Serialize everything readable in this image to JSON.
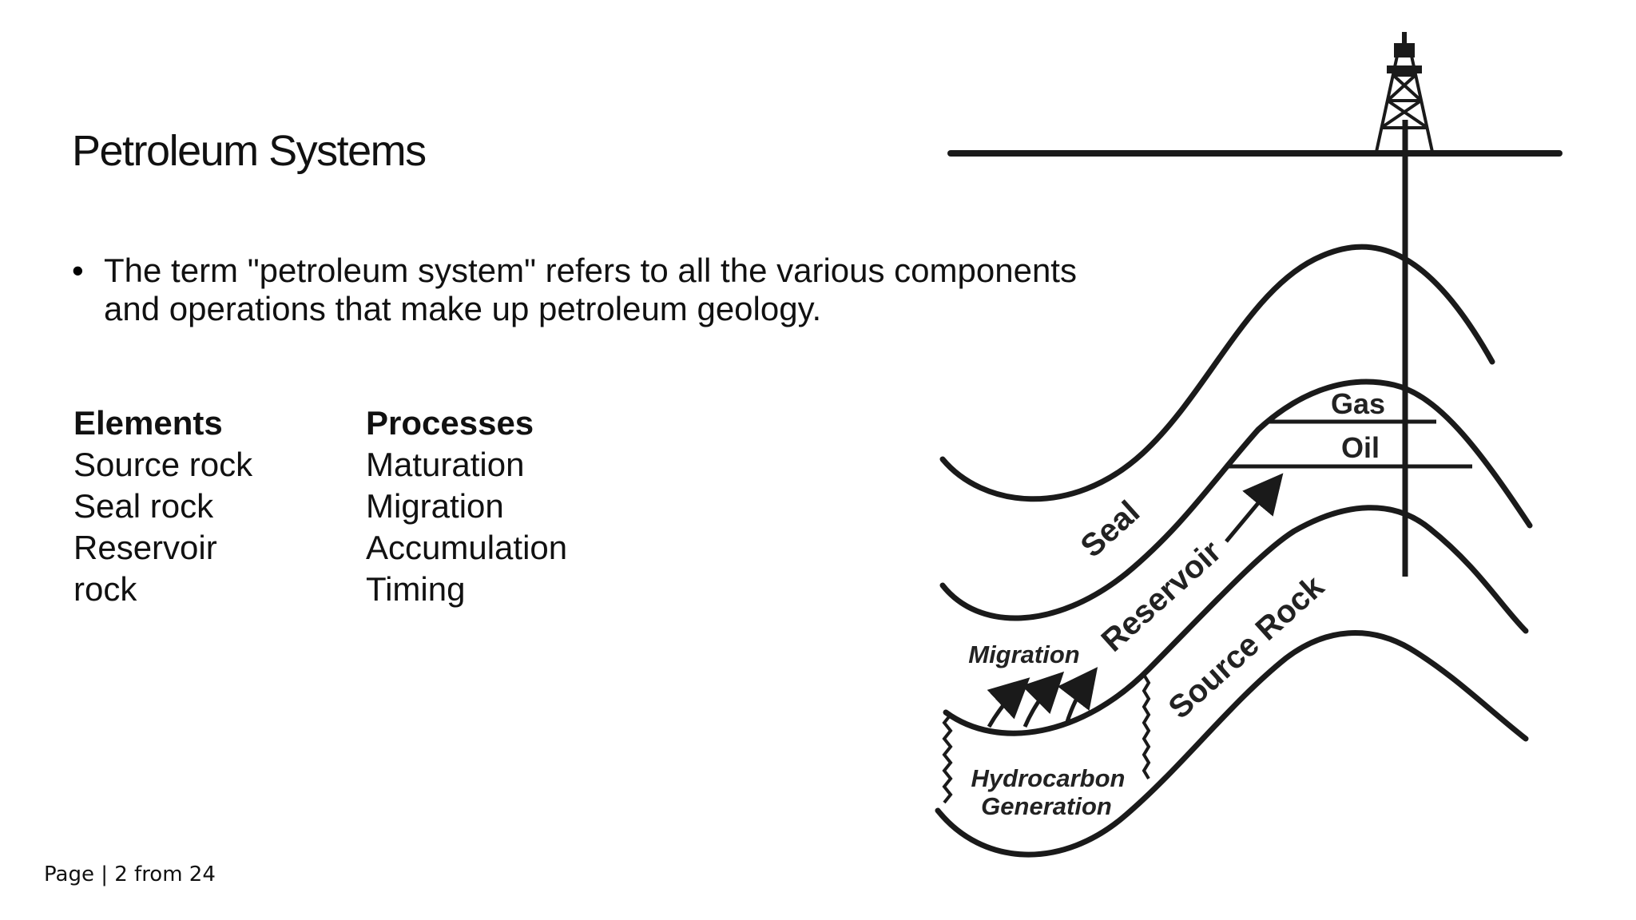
{
  "slide": {
    "title": "Petroleum Systems",
    "bullet": "The term \"petroleum system\" refers to all the various components and operations that make up petroleum geology.",
    "elements": {
      "heading": "Elements",
      "items": [
        "Source rock",
        "Seal rock",
        "Reservoir",
        "rock"
      ]
    },
    "processes": {
      "heading": "Processes",
      "items": [
        "Maturation",
        "Migration",
        "Accumulation",
        "Timing"
      ]
    },
    "footer": "Page | 2 from 24"
  },
  "diagram": {
    "labels": {
      "gas": "Gas",
      "oil": "Oil",
      "seal": "Seal",
      "reservoir": "Reservoir",
      "source_rock": "Source Rock",
      "migration": "Migration",
      "hydrocarbon": "Hydrocarbon",
      "generation": "Generation"
    }
  }
}
